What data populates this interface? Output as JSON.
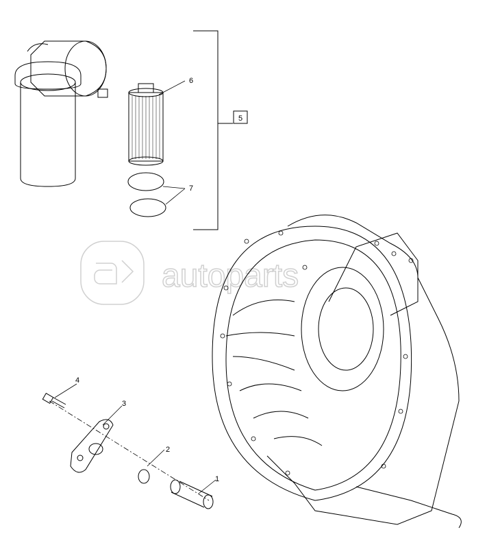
{
  "callouts": {
    "c1": "1",
    "c2": "2",
    "c3": "3",
    "c4": "4",
    "c5": "5",
    "c6": "6",
    "c7": "7"
  },
  "watermark": "autoparts",
  "colors": {
    "line": "#000000",
    "watermark": "#d0d0d0"
  }
}
